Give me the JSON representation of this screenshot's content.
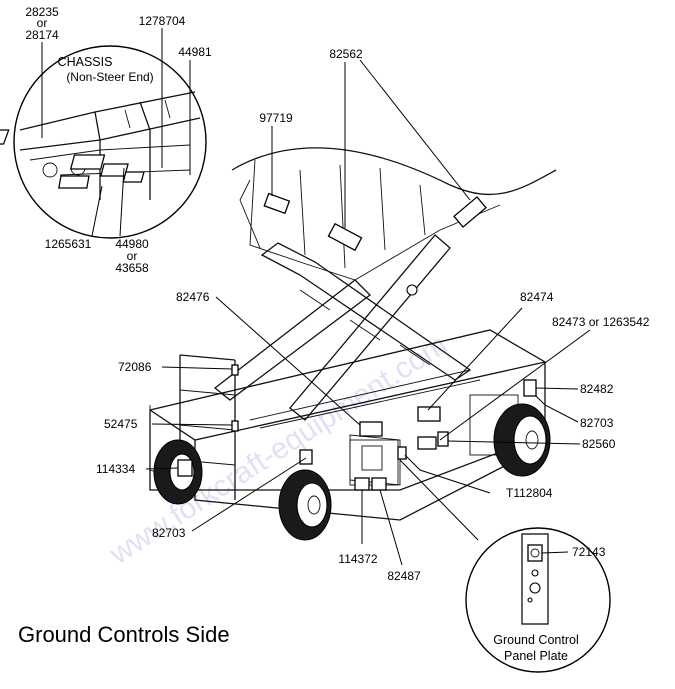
{
  "watermark": "www.forkcraft-equipment.com",
  "title": "Ground Controls Side",
  "inset_chassis": {
    "heading_line1": "CHASSIS",
    "heading_line2": "(Non-Steer End)",
    "labels": {
      "p28235": "28235",
      "or1": "or",
      "p28174": "28174",
      "p1278704": "1278704",
      "p44981": "44981",
      "p1265631": "1265631",
      "p44980": "44980",
      "or2": "or",
      "p43658": "43658"
    }
  },
  "inset_panel": {
    "caption_line1": "Ground Control",
    "caption_line2": "Panel Plate",
    "label_72143": "72143"
  },
  "callouts": {
    "p82562": "82562",
    "p97719": "97719",
    "p82476": "82476",
    "p82474": "82474",
    "p82473": "82473 or 1263542",
    "p72086": "72086",
    "p82482": "82482",
    "p52475": "52475",
    "p82703a": "82703",
    "p82560": "82560",
    "p114334": "114334",
    "p112804": "T112804",
    "p82703b": "82703",
    "p114372": "114372",
    "p82487": "82487"
  }
}
